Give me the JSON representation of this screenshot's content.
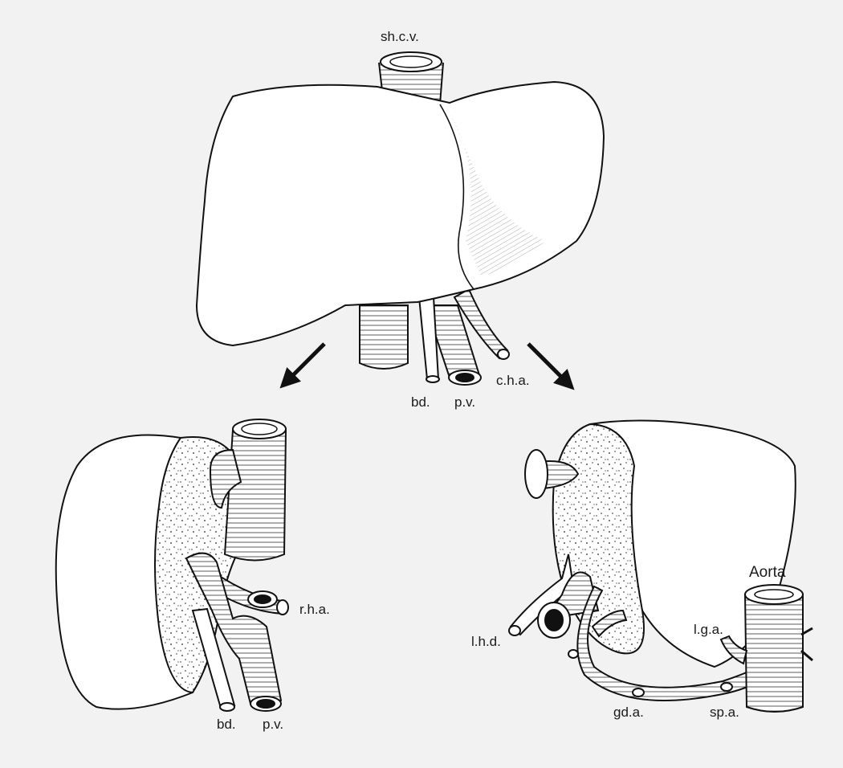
{
  "colors": {
    "background": "#f2f2f2",
    "ink": "#111111",
    "fill": "#ffffff"
  },
  "labels": {
    "shcv": "sh.c.v.",
    "top_bd": "bd.",
    "top_pv": "p.v.",
    "top_cha": "c.h.a.",
    "rha": "r.h.a.",
    "left_bd": "bd.",
    "left_pv": "p.v.",
    "lhd": "l.h.d.",
    "aorta": "Aorta",
    "lga": "l.g.a.",
    "gda": "gd.a.",
    "spa": "sp.a."
  }
}
